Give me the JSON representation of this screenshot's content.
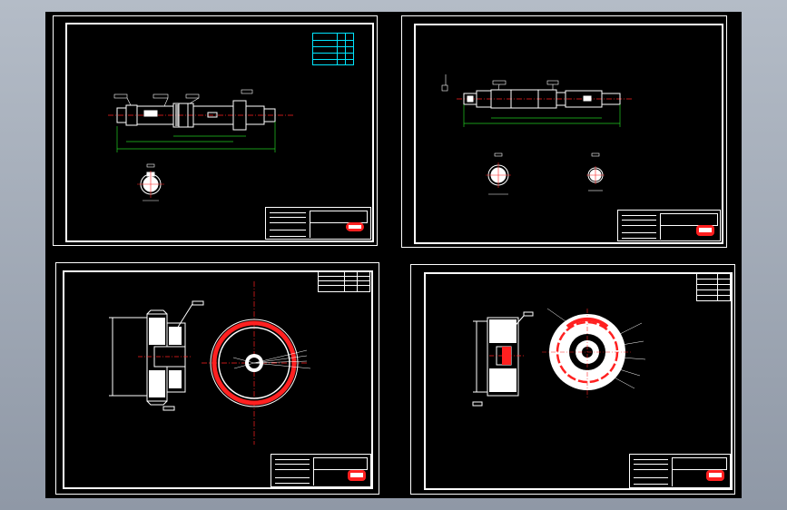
{
  "sheets": [
    {
      "id": "sheet-1",
      "title_code": "",
      "roughness": "",
      "notes_title": "",
      "notes": [
        "",
        ""
      ],
      "param_table": {
        "header": "",
        "rows": [
          "",
          "",
          "",
          ""
        ]
      }
    },
    {
      "id": "sheet-2",
      "title_code": "",
      "roughness": "",
      "notes_title": "",
      "notes": [
        "",
        "",
        ""
      ]
    },
    {
      "id": "sheet-3",
      "title_code": "",
      "roughness": "",
      "notes_title": "",
      "notes": [
        "",
        ""
      ]
    },
    {
      "id": "sheet-4",
      "title_code": "",
      "roughness": "",
      "notes_title": "",
      "notes": [
        "",
        "",
        ""
      ]
    }
  ],
  "colors": {
    "background": "#000000",
    "line": "#ffffff",
    "centerline": "#ff2020",
    "dimension": "#22cc22",
    "table": "#00e5ff",
    "stamp": "#ff2020"
  }
}
